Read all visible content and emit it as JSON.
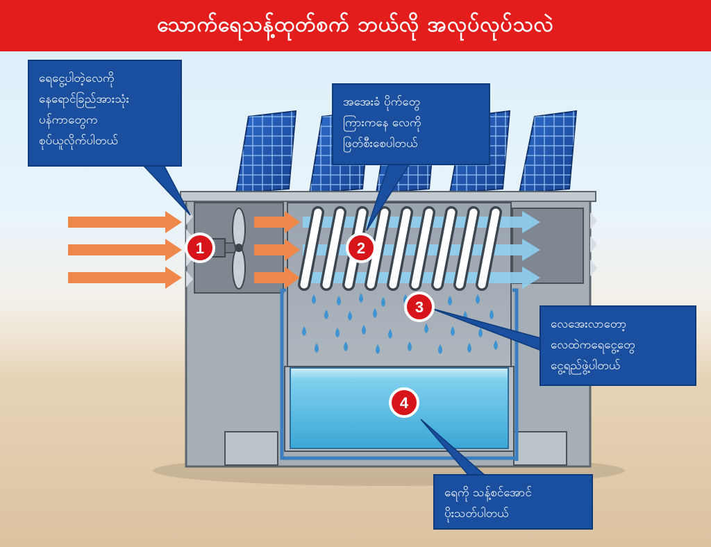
{
  "title": "သောက်ရေသန့်ထုတ်စက် ဘယ်လို အလုပ်လုပ်သလဲ",
  "callouts": [
    {
      "number": "1",
      "lines": [
        "ရေငွေ့ပါတဲ့လေကို",
        "နေရောင်ခြည်အားသုံး",
        "ပန်ကာတွေက",
        "စုပ်ယူလိုက်ပါတယ်"
      ]
    },
    {
      "number": "2",
      "lines": [
        "အအေးခံ ပိုက်တွေ",
        "ကြားကနေ လေကို",
        "ဖြတ်စီးစေပါတယ်"
      ]
    },
    {
      "number": "3",
      "lines": [
        "လေအေးလာတော့",
        "လေထဲကရေငွေ့တွေ",
        "ငွေ့ရည်ဖွဲ့ပါတယ်"
      ]
    },
    {
      "number": "4",
      "lines": [
        "ရေကို သန့်စင်အောင်",
        "ပိုးသတ်ပါတယ်"
      ]
    }
  ],
  "colors": {
    "title_bg": "#e31c1c",
    "callout_bg": "#1a4fa0",
    "badge_red": "#d7141a",
    "inflow_arrow": "#f0874a",
    "cool_arrow": "#8fd0f0",
    "water": "#4fb8e0"
  }
}
